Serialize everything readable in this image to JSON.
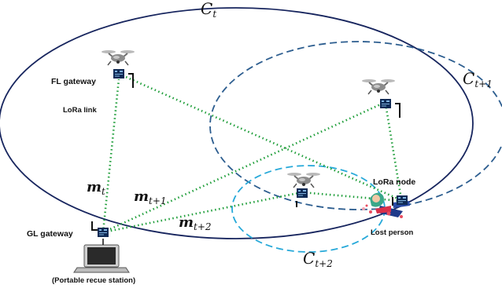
{
  "labels": {
    "fl_gateway": "FL gateway",
    "lora_link": "LoRa link",
    "gl_gateway": "GL gateway",
    "portable_station": "(Portable recue station)",
    "lora_node": "LoRa node",
    "lost_person": "Lost person"
  },
  "coverage": {
    "c_t": {
      "base": "C",
      "sub": "t"
    },
    "c_t1": {
      "base": "C",
      "sub": "t+1"
    },
    "c_t2": {
      "base": "C",
      "sub": "t+2"
    }
  },
  "messages": {
    "m_t": {
      "base": "m",
      "sub": "t"
    },
    "m_t1": {
      "base": "m",
      "sub": "t+1"
    },
    "m_t2": {
      "base": "m",
      "sub": "t+2"
    }
  },
  "colors": {
    "ellipse_t": "#17255e",
    "ellipse_t1": "#2c5d8f",
    "ellipse_t2": "#27a9d9",
    "link": "#1f9e3a",
    "gateway_board": "#0f2a55"
  },
  "icons": [
    "drone-icon",
    "gateway-module-icon",
    "laptop-icon",
    "lost-person-icon"
  ]
}
